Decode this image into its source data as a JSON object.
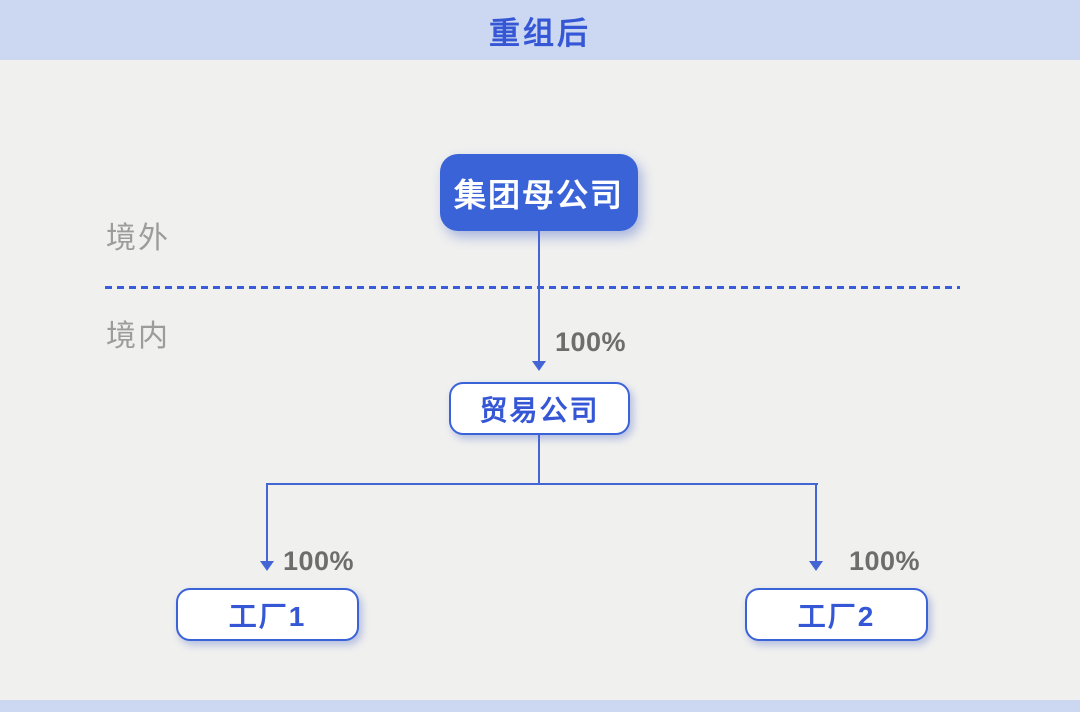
{
  "header": {
    "title": "重组后"
  },
  "regions": {
    "offshore": "境外",
    "onshore": "境内"
  },
  "nodes": {
    "parent": {
      "label": "集团母公司"
    },
    "trading": {
      "label": "贸易公司"
    },
    "factory1": {
      "label": "工厂1"
    },
    "factory2": {
      "label": "工厂2"
    }
  },
  "edges": {
    "parent_to_trading": {
      "ownership": "100%"
    },
    "trading_to_factory1": {
      "ownership": "100%"
    },
    "trading_to_factory2": {
      "ownership": "100%"
    }
  },
  "colors": {
    "accent_blue": "#3a5fd7",
    "node_fill_blue": "#3b63d8",
    "band_blue": "#ccd8f1",
    "background_gray": "#f0f0ef",
    "label_gray": "#9c9c9c",
    "percent_gray": "#6d6d6d",
    "connector_blue": "#4466d4"
  }
}
